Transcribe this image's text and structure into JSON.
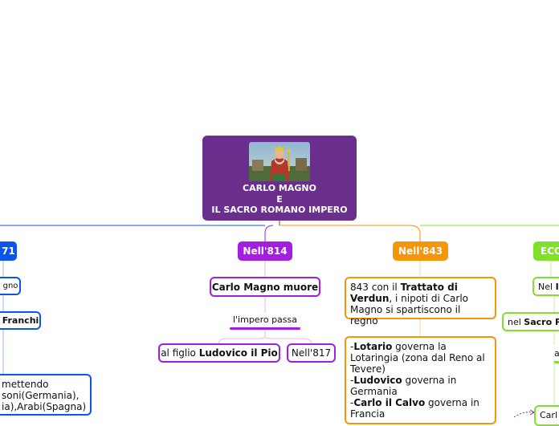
{
  "colors": {
    "root_bg": "#6a2f8c",
    "blue": "#0b55ea",
    "purple": "#a21ee0",
    "orange": "#f5950a",
    "green": "#80e02a"
  },
  "root": {
    "image": "king-portrait",
    "title_line1": "CARLO MAGNO",
    "title_line2": "E",
    "title_line3": "IL SACRO ROMANO IMPERO"
  },
  "branches": {
    "blue": {
      "header": "71",
      "node1": "gno",
      "node2_bold": "Franchi",
      "node3_line1": "mettendo",
      "node3_line2": "soni(Germania),",
      "node3_line3": "ia),Arabi(Spagna)"
    },
    "purple": {
      "header": "Nell'814",
      "death_node": "Carlo Magno muore",
      "passes_label": "l'impero passa",
      "son_prefix": "al figlio ",
      "son_bold": "Ludovico il Pio",
      "year817": "Nell'817"
    },
    "orange": {
      "header": "Nell'843",
      "verdun_pre": "843 con il ",
      "verdun_bold1": "Trattato di",
      "verdun_bold2": "Verdun",
      "verdun_post1": ", i nipoti di Carlo",
      "verdun_post2": "Magno si spartiscono il regno",
      "lotario_bold": "Lotario",
      "lotario_1": " governa la",
      "lotario_2": "Lotaringia (zona dal Reno al",
      "lotario_3": "Tevere)",
      "ludovico_bold": "Ludovico",
      "ludovico_1": " governa in",
      "ludovico_2": "Germania",
      "carlo_bold": "Carlo il Calvo",
      "carlo_1": " governa in",
      "carlo_2": "Francia"
    },
    "green": {
      "header": "ECO",
      "node1_pre": "Nel ",
      "node1_bold": "I",
      "node2_pre": "nel ",
      "node2_bold": "Sacro R",
      "frag_a": "a",
      "frag_carl": "Carl"
    }
  }
}
